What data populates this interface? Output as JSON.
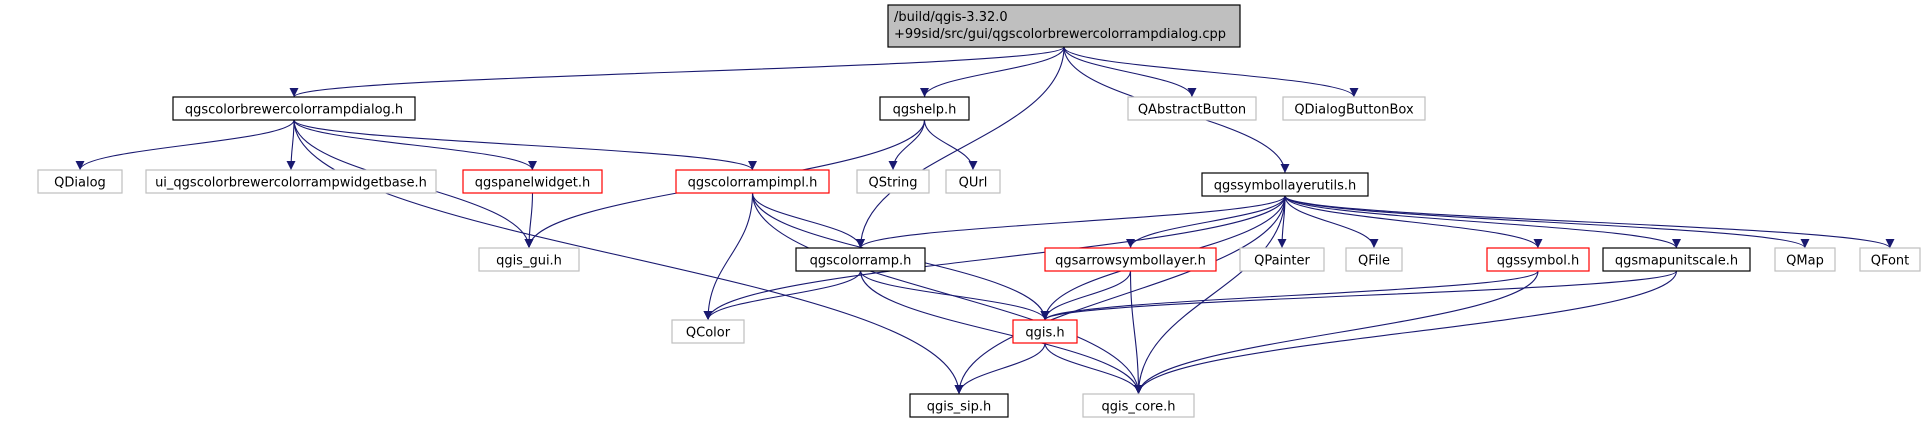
{
  "colors": {
    "root_fill": "#bfbfbf",
    "root_stroke": "#000000",
    "documented_stroke": "#000000",
    "incomplete_stroke": "#ff0000",
    "external_stroke": "#bfbfbf",
    "edge": "#191970"
  },
  "nodes": {
    "root": {
      "lines": [
        "/build/qgis-3.32.0",
        "+99sid/src/gui/qgscolorbrewercolorrampdialog.cpp"
      ],
      "kind": "root"
    },
    "dialog_h": {
      "label": "qgscolorbrewercolorrampdialog.h",
      "kind": "documented"
    },
    "qgshelp_h": {
      "label": "qgshelp.h",
      "kind": "documented"
    },
    "qabstractbutton": {
      "label": "QAbstractButton",
      "kind": "external"
    },
    "qdialogbuttonbox": {
      "label": "QDialogButtonBox",
      "kind": "external"
    },
    "qdialog": {
      "label": "QDialog",
      "kind": "external"
    },
    "ui_widgetbase_h": {
      "label": "ui_qgscolorbrewercolorrampwidgetbase.h",
      "kind": "external"
    },
    "qgspanelwidget_h": {
      "label": "qgspanelwidget.h",
      "kind": "incomplete"
    },
    "qgscolorrampimpl_h": {
      "label": "qgscolorrampimpl.h",
      "kind": "incomplete"
    },
    "qstring": {
      "label": "QString",
      "kind": "external"
    },
    "qurl": {
      "label": "QUrl",
      "kind": "external"
    },
    "qgssymbollayerutils_h": {
      "label": "qgssymbollayerutils.h",
      "kind": "documented"
    },
    "qgis_gui_h": {
      "label": "qgis_gui.h",
      "kind": "external"
    },
    "qgscolorramp_h": {
      "label": "qgscolorramp.h",
      "kind": "documented"
    },
    "qgsarrowsymbollayer_h": {
      "label": "qgsarrowsymbollayer.h",
      "kind": "incomplete"
    },
    "qpainter": {
      "label": "QPainter",
      "kind": "external"
    },
    "qfile": {
      "label": "QFile",
      "kind": "external"
    },
    "qgssymbol_h": {
      "label": "qgssymbol.h",
      "kind": "incomplete"
    },
    "qgsmapunitscale_h": {
      "label": "qgsmapunitscale.h",
      "kind": "documented"
    },
    "qmap": {
      "label": "QMap",
      "kind": "external"
    },
    "qfont": {
      "label": "QFont",
      "kind": "external"
    },
    "qcolor": {
      "label": "QColor",
      "kind": "external"
    },
    "qgis_h": {
      "label": "qgis.h",
      "kind": "incomplete"
    },
    "qgis_sip_h": {
      "label": "qgis_sip.h",
      "kind": "documented"
    },
    "qgis_core_h": {
      "label": "qgis_core.h",
      "kind": "external"
    }
  },
  "edges": [
    [
      "root",
      "dialog_h"
    ],
    [
      "root",
      "qgshelp_h"
    ],
    [
      "root",
      "qabstractbutton"
    ],
    [
      "root",
      "qdialogbuttonbox"
    ],
    [
      "root",
      "qgssymbollayerutils_h"
    ],
    [
      "root",
      "qgscolorramp_h"
    ],
    [
      "dialog_h",
      "qdialog"
    ],
    [
      "dialog_h",
      "ui_widgetbase_h"
    ],
    [
      "dialog_h",
      "qgspanelwidget_h"
    ],
    [
      "dialog_h",
      "qgscolorrampimpl_h"
    ],
    [
      "dialog_h",
      "qgis_gui_h"
    ],
    [
      "dialog_h",
      "qgis_sip_h"
    ],
    [
      "qgshelp_h",
      "qstring"
    ],
    [
      "qgshelp_h",
      "qurl"
    ],
    [
      "qgshelp_h",
      "qgis_gui_h"
    ],
    [
      "qgspanelwidget_h",
      "qgis_gui_h"
    ],
    [
      "qgscolorrampimpl_h",
      "qgscolorramp_h"
    ],
    [
      "qgscolorrampimpl_h",
      "qcolor"
    ],
    [
      "qgscolorrampimpl_h",
      "qgis_h"
    ],
    [
      "qgscolorrampimpl_h",
      "qgis_core_h"
    ],
    [
      "qgssymbollayerutils_h",
      "qgscolorramp_h"
    ],
    [
      "qgssymbollayerutils_h",
      "qgsarrowsymbollayer_h"
    ],
    [
      "qgssymbollayerutils_h",
      "qpainter"
    ],
    [
      "qgssymbollayerutils_h",
      "qfile"
    ],
    [
      "qgssymbollayerutils_h",
      "qgssymbol_h"
    ],
    [
      "qgssymbollayerutils_h",
      "qgsmapunitscale_h"
    ],
    [
      "qgssymbollayerutils_h",
      "qmap"
    ],
    [
      "qgssymbollayerutils_h",
      "qfont"
    ],
    [
      "qgssymbollayerutils_h",
      "qcolor"
    ],
    [
      "qgssymbollayerutils_h",
      "qgis_h"
    ],
    [
      "qgssymbollayerutils_h",
      "qgis_sip_h"
    ],
    [
      "qgssymbollayerutils_h",
      "qgis_core_h"
    ],
    [
      "qgscolorramp_h",
      "qcolor"
    ],
    [
      "qgscolorramp_h",
      "qgis_h"
    ],
    [
      "qgscolorramp_h",
      "qgis_core_h"
    ],
    [
      "qgsarrowsymbollayer_h",
      "qgis_h"
    ],
    [
      "qgsarrowsymbollayer_h",
      "qgis_core_h"
    ],
    [
      "qgssymbol_h",
      "qgis_h"
    ],
    [
      "qgssymbol_h",
      "qgis_core_h"
    ],
    [
      "qgsmapunitscale_h",
      "qgis_h"
    ],
    [
      "qgsmapunitscale_h",
      "qgis_core_h"
    ],
    [
      "qgis_h",
      "qgis_sip_h"
    ],
    [
      "qgis_h",
      "qgis_core_h"
    ]
  ]
}
